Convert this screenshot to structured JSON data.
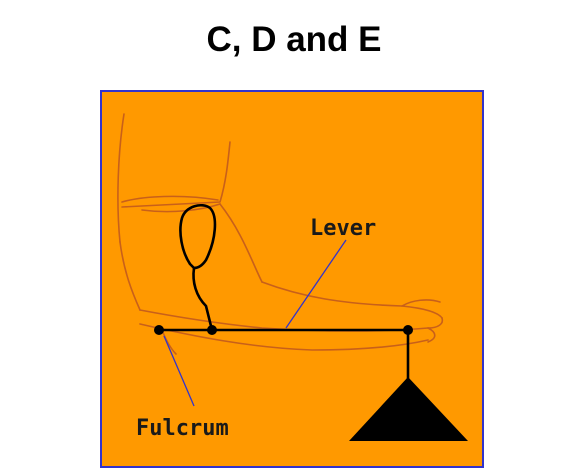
{
  "title": "C, D and E",
  "diagram": {
    "lever_label": "Lever",
    "fulcrum_label": "Fulcrum",
    "colors": {
      "background": "#ff9900",
      "frame": "#3333cc",
      "outline": "#c8601a",
      "leader_line": "#3333cc",
      "lever": "#000000"
    }
  }
}
